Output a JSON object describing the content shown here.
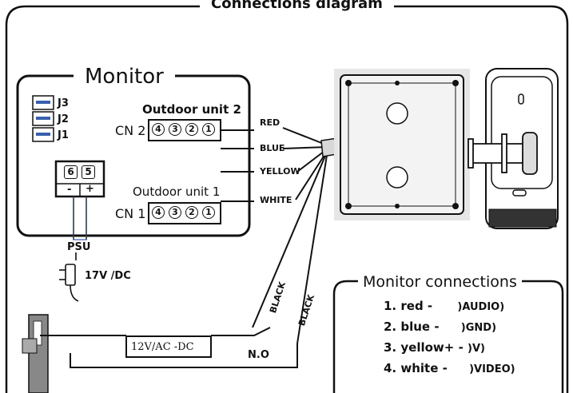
{
  "title": "Connections diagram",
  "monitor": {
    "title": "Monitor",
    "jumpers": [
      "J3",
      "J2",
      "J1"
    ],
    "outdoor_unit_2": {
      "label": "Outdoor unit 2",
      "cn": "CN 2",
      "pins": [
        "4",
        "3",
        "2",
        "1"
      ]
    },
    "outdoor_unit_1": {
      "label": "Outdoor unit 1",
      "cn": "CN 1",
      "pins": [
        "4",
        "3",
        "2",
        "1"
      ]
    },
    "power_terminals": {
      "pins": [
        "6",
        "5"
      ],
      "polarity": [
        "-",
        "+"
      ]
    }
  },
  "wires": [
    "RED",
    "BLUE",
    "YELLOW",
    "WHITE"
  ],
  "psu": {
    "label": "PSU",
    "voltage": "17V /DC"
  },
  "lock": {
    "voltage_box": "12V/AC -DC",
    "no_label": "N.O",
    "black_1": "BLACK",
    "black_2": "BLACK"
  },
  "monitor_connections": {
    "title": "Monitor connections",
    "items": [
      {
        "num": "1.",
        "text": "red -",
        "suffix": ")AUDIO)"
      },
      {
        "num": "2.",
        "text": "blue -",
        "suffix": ")GND)"
      },
      {
        "num": "3.",
        "text": "yellow+ -",
        "suffix": ")V)"
      },
      {
        "num": "4.",
        "text": "white -",
        "suffix": ")VIDEO)"
      }
    ]
  },
  "colors": {
    "ink": "#111111",
    "panel_gray": "#e6e6e6",
    "cable_gray": "#d8d8d8"
  }
}
